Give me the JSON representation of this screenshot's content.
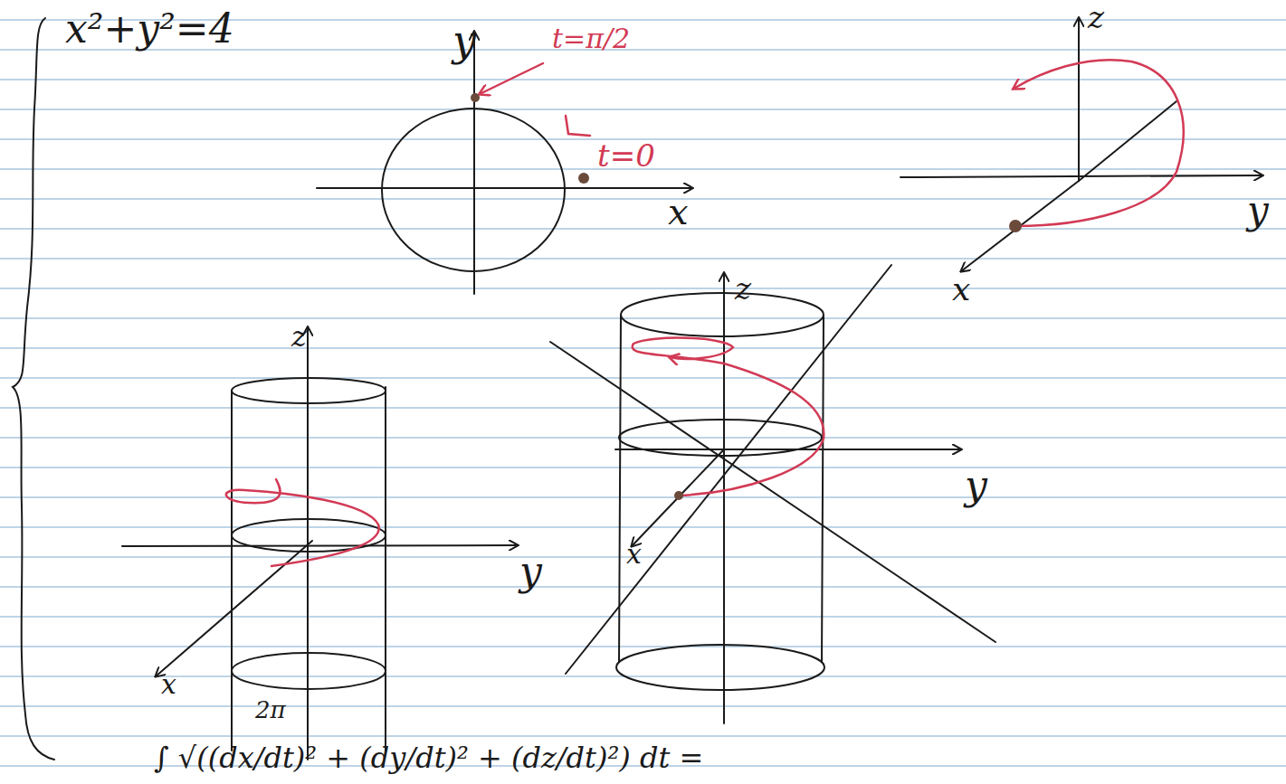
{
  "diagram": {
    "labels": [
      "x²+y²=4",
      "y",
      "t=π/2",
      "t=0",
      "x",
      "z",
      "y",
      "x",
      "z",
      "y",
      "x",
      "2π",
      "z",
      "y",
      "x",
      "∫ √((dx/dt)² + (dy/dt)² + (dz/dt)²) dt ="
    ]
  }
}
